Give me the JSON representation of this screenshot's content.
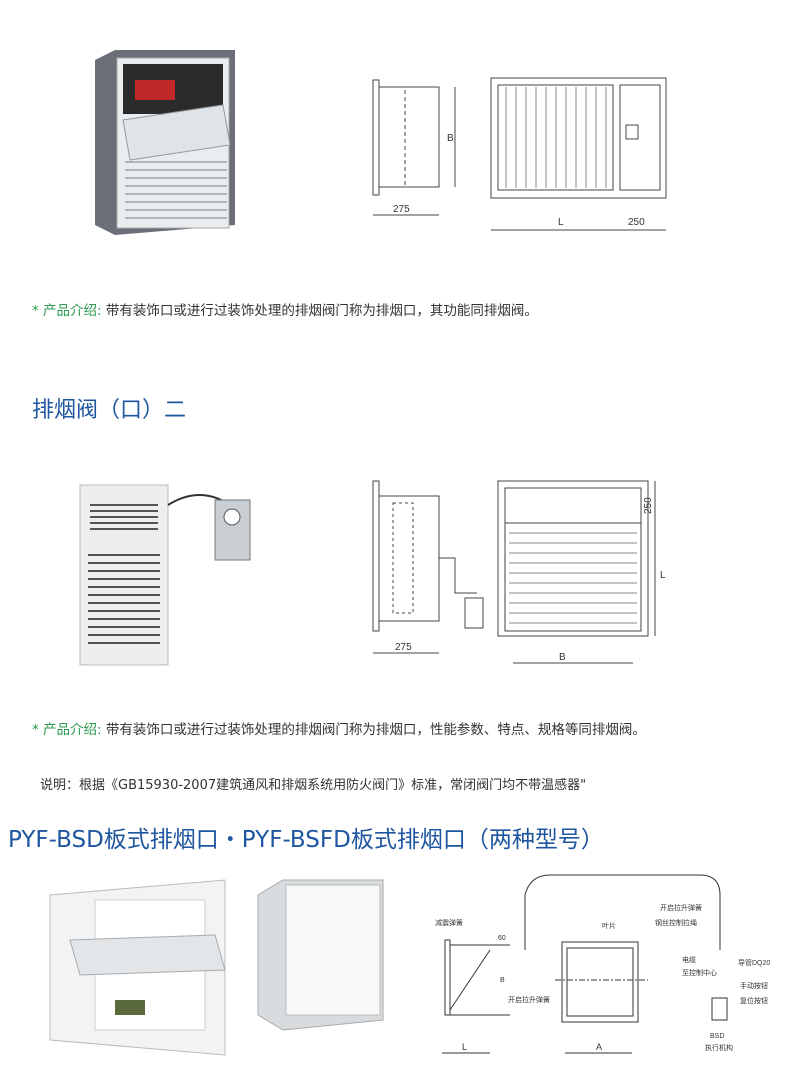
{
  "section1": {
    "dims": {
      "depth": "275",
      "height": "B",
      "length": "L",
      "box": "250"
    },
    "intro_label": "* 产品介绍:",
    "intro_text": "带有装饰口或进行过装饰处理的排烟阀门称为排烟口，其功能同排烟阀。"
  },
  "section2": {
    "title": "排烟阀（口）二",
    "dims": {
      "depth": "275",
      "box": "250",
      "length": "L",
      "width": "B"
    },
    "intro_label": "* 产品介绍:",
    "intro_text": "带有装饰口或进行过装饰处理的排烟阀门称为排烟口，性能参数、特点、规格等同排烟阀。",
    "note": "说明：根据《GB15930-2007建筑通风和排烟系统用防火阀门》标准，常闭阀门均不带温感器\""
  },
  "section3": {
    "title": "PYF-BSD板式排烟口・PYF-BSFD板式排烟口（两种型号）",
    "diagram_labels": {
      "damper_spring": "减震弹簧",
      "blade": "叶片",
      "open_spring_left": "开启拉升弹簧",
      "open_spring": "开启拉升弹簧",
      "wire_cable": "钢丝控制拉绳",
      "cable": "电缆",
      "to_control": "至控制中心",
      "conduit": "导管DQ20",
      "manual_button": "手动按钮",
      "reset_button": "复位按钮",
      "bsd": "BSD",
      "actuator": "执行机构",
      "L": "L",
      "A": "A",
      "B": "B",
      "dim60": "60"
    }
  }
}
